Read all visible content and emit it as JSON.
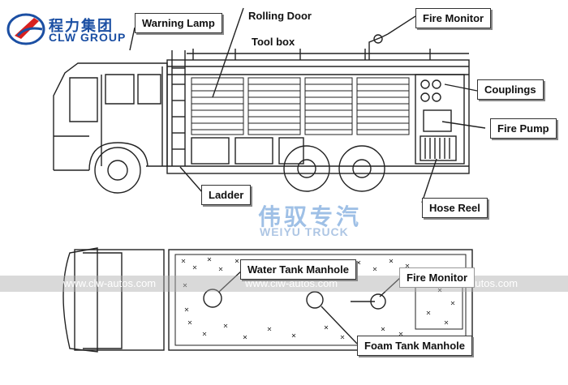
{
  "logo": {
    "cn": "程力集团",
    "en": "CLW GROUP"
  },
  "labels": {
    "warning_lamp": "Warning Lamp",
    "rolling_door": "Rolling Door",
    "tool_box": "Tool box",
    "fire_monitor": "Fire Monitor",
    "couplings": "Couplings",
    "fire_pump": "Fire Pump",
    "ladder": "Ladder",
    "hose_reel": "Hose Reel",
    "water_tank_manhole": "Water Tank Manhole",
    "fire_monitor_top": "Fire Monitor",
    "foam_tank_manhole": "Foam Tank Manhole"
  },
  "watermark": {
    "center_cn": "伟驭专汽",
    "center_en": "WEIYU TRUCK",
    "urls": [
      "www.clw-autos.com",
      "www.clw-autos.com",
      "www.clw-autos.com"
    ]
  }
}
